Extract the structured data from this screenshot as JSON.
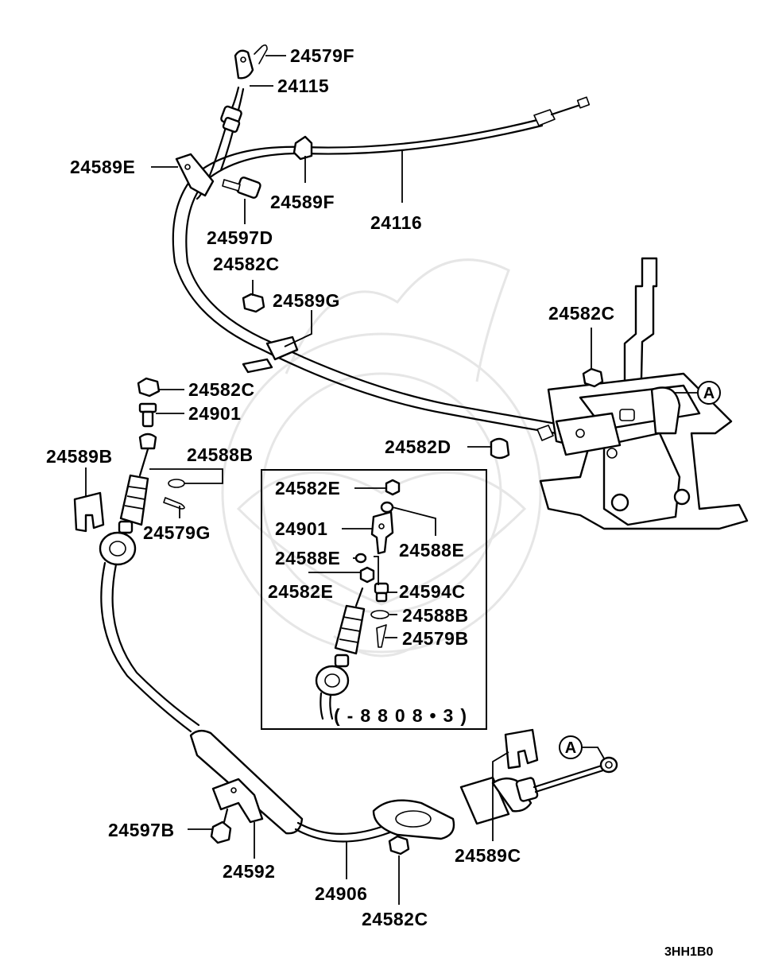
{
  "labels": {
    "p24579F": "24579F",
    "p24115": "24115",
    "p24589E": "24589E",
    "p24589F": "24589F",
    "p24116": "24116",
    "p24597D": "24597D",
    "p24582C_top": "24582C",
    "p24589G": "24589G",
    "p24582C_right": "24582C",
    "p24582C_left": "24582C",
    "p24901_left": "24901",
    "p24589B": "24589B",
    "p24588B_left": "24588B",
    "p24579G": "24579G",
    "p24582D": "24582D",
    "p24582E_top": "24582E",
    "p24901_inset": "24901",
    "p24588E_right": "24588E",
    "p24588E_left": "24588E",
    "p24582E_mid": "24582E",
    "p24594C": "24594C",
    "p24588B_inset": "24588B",
    "p24579B": "24579B",
    "inset_note": "(-8808•3)",
    "p24597B": "24597B",
    "p24592": "24592",
    "p24906": "24906",
    "p24582C_bottom": "24582C",
    "p24589C": "24589C",
    "diagram_code": "3HH1B0"
  },
  "callouts": {
    "a_upper": "A",
    "a_lower": "A"
  }
}
